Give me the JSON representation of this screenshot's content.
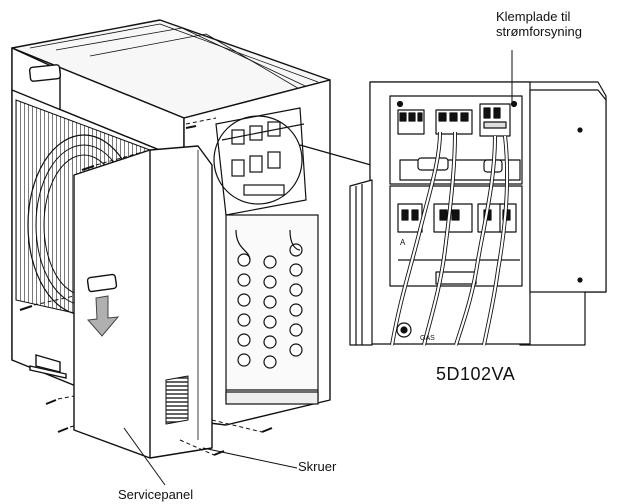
{
  "labels": {
    "terminal_line1": "Klemplade til",
    "terminal_line2": "strømforsyning",
    "model": "5D102VA",
    "screws": "Skruer",
    "service_panel": "Servicepanel"
  }
}
